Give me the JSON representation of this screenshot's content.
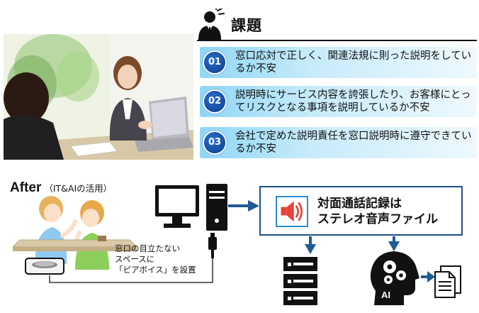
{
  "problems": {
    "title": "課題",
    "items": [
      {
        "num": "01",
        "text": "窓口応対で正しく、関連法規に則った説明をしているか不安"
      },
      {
        "num": "02",
        "text": "説明時にサービス内容を誇張したり、お客様にとってリスクとなる事項を説明しているか不安"
      },
      {
        "num": "03",
        "text": "会社で定めた説明責任を窓口説明時に遵守できているか不安"
      }
    ]
  },
  "after": {
    "label": "After",
    "sub": "（IT&AIの活用）"
  },
  "recorder_caption": {
    "line1": "窓口の目立たない",
    "line2": "スペースに",
    "line3": "「ピアボイス」を設置"
  },
  "callout": {
    "line1": "対面通話記録は",
    "line2": "ステレオ音声ファイル"
  },
  "ai_badge": "AI",
  "colors": {
    "issue_gradient_start": "#8fd6f5",
    "number_badge": "#0b3d8c",
    "callout_border": "#1e4f8f",
    "speaker_icon": "#e8443a",
    "connector_blue": "#1e5a96"
  },
  "icons": [
    "worried-person-icon",
    "speaker-icon",
    "computer-icon",
    "usb-plug-icon",
    "server-icon",
    "ai-brain-icon",
    "document-icon",
    "voice-recorder-icon"
  ]
}
